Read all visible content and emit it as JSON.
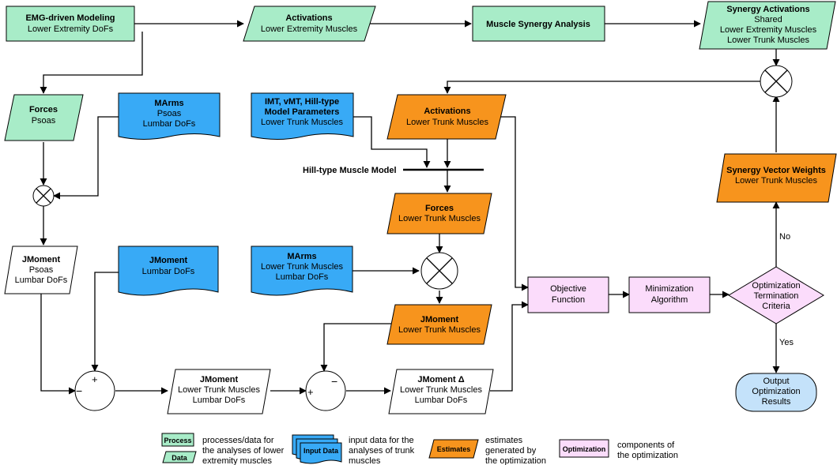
{
  "nodes": {
    "emg": [
      "EMG-driven Modeling",
      "Lower Extremity DoFs"
    ],
    "act_le": [
      "Activations",
      "Lower Extremity Muscles"
    ],
    "msa": [
      "Muscle Synergy Analysis"
    ],
    "syn_act": [
      "Synergy Activations",
      "Shared",
      "Lower Extremity Muscles",
      "Lower Trunk Muscles"
    ],
    "forces_psoas": [
      "Forces",
      "Psoas"
    ],
    "marms_psoas": [
      "MArms",
      "Psoas",
      "Lumbar DoFs"
    ],
    "imt": [
      "IMT, vMT, Hill-type",
      "Model Parameters",
      "Lower Trunk Muscles"
    ],
    "act_lt": [
      "Activations",
      "Lower Trunk Muscles"
    ],
    "hill": [
      "Hill-type Muscle Model"
    ],
    "forces_lt": [
      "Forces",
      "Lower Trunk Muscles"
    ],
    "syn_vw": [
      "Synergy Vector Weights",
      "Lower Trunk Muscles"
    ],
    "jm_psoas": [
      "JMoment",
      "Psoas",
      "Lumbar DoFs"
    ],
    "jm_lumbar": [
      "JMoment",
      "Lumbar DoFs"
    ],
    "marms_lt": [
      "MArms",
      "Lower Trunk Muscles",
      "Lumbar DoFs"
    ],
    "jm_lt_est": [
      "JMoment",
      "Lower Trunk Muscles"
    ],
    "objective": [
      "Objective",
      "Function"
    ],
    "minimization": [
      "Minimization",
      "Algorithm"
    ],
    "opt_term": [
      "Optimization",
      "Termination",
      "Criteria"
    ],
    "jm_lt": [
      "JMoment",
      "Lower Trunk Muscles",
      "Lumbar DoFs"
    ],
    "jm_delta": [
      "JMoment  Δ",
      "Lower Trunk Muscles",
      "Lumbar DoFs"
    ],
    "output": [
      "Output",
      "Optimization",
      "Results"
    ]
  },
  "labels": {
    "no": "No",
    "yes": "Yes",
    "plus": "+",
    "minus": "−"
  },
  "legend": {
    "process": "Process",
    "data": "Data",
    "green_desc": [
      "processes/data for",
      "the analyses of lower",
      "extremity muscles"
    ],
    "input": "Input Data",
    "input_desc": [
      "input data for the",
      "analyses of trunk",
      "muscles"
    ],
    "estimates": "Estimates",
    "estimates_desc": [
      "estimates",
      "generated by",
      "the optimization"
    ],
    "optimization": "Optimization",
    "optimization_desc": [
      "components of",
      "the optimization"
    ]
  },
  "colors": {
    "green": "#a8ecc8",
    "blue": "#38aaf6",
    "orange": "#f7941d",
    "pink": "#fbdcfb",
    "light_blue": "#c4e2fa"
  }
}
